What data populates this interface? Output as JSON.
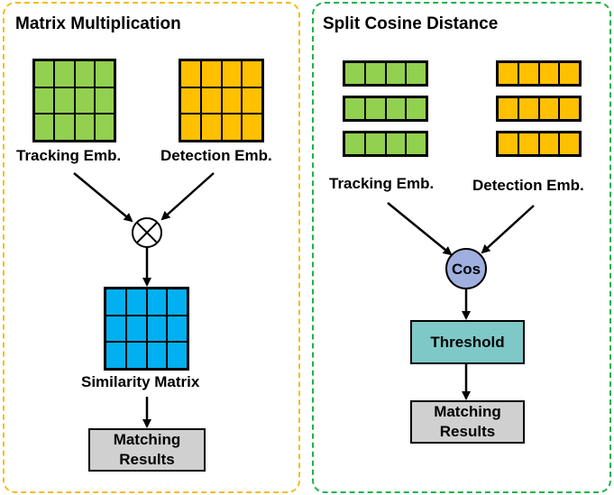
{
  "left_panel": {
    "title": "Matrix Multiplication",
    "tracking_label": "Tracking Emb.",
    "detection_label": "Detection Emb.",
    "similarity_label": "Similarity Matrix",
    "result_label_line1": "Matching",
    "result_label_line2": "Results"
  },
  "right_panel": {
    "title": "Split Cosine Distance",
    "tracking_label": "Tracking Emb.",
    "detection_label": "Detection Emb.",
    "cos_label": "Cos",
    "threshold_label": "Threshold",
    "result_label_line1": "Matching",
    "result_label_line2": "Results"
  },
  "colors": {
    "left_border": "#f2bd1e",
    "right_border": "#1fb24a",
    "tracking_fill": "#92d050",
    "detection_fill": "#ffc000",
    "similarity_fill": "#00b0f0",
    "cos_fill": "#9fb0e0",
    "threshold_fill": "#7fc8c8",
    "result_fill": "#d0d0d0"
  },
  "icons": {
    "multiply": "circled-times-icon"
  }
}
